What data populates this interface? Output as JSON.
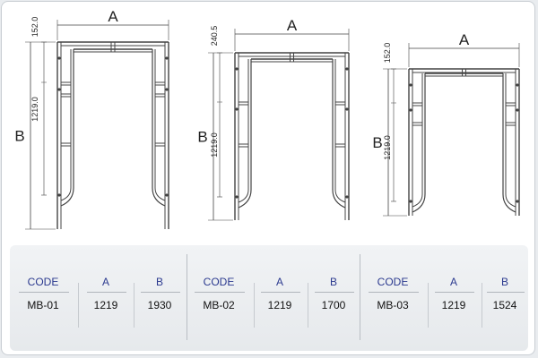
{
  "frames": [
    {
      "code": "MB-01",
      "width_label": "A",
      "height_label": "B",
      "top_dim": "152.0",
      "inner_dim": "1219.0"
    },
    {
      "code": "MB-02",
      "width_label": "A",
      "height_label": "B",
      "top_dim": "240.5",
      "inner_dim": "1219.0"
    },
    {
      "code": "MB-03",
      "width_label": "A",
      "height_label": "B",
      "top_dim": "152.0",
      "inner_dim": "1219.0"
    }
  ],
  "table": {
    "headers": {
      "code": "CODE",
      "a": "A",
      "b": "B"
    },
    "rows": [
      {
        "code": "MB-01",
        "a": "1219",
        "b": "1930"
      },
      {
        "code": "MB-02",
        "a": "1219",
        "b": "1700"
      },
      {
        "code": "MB-03",
        "a": "1219",
        "b": "1524"
      }
    ]
  },
  "colors": {
    "frame_line": "#444444",
    "header_text": "#2b3a8f",
    "panel_bg": "#eceff2"
  }
}
